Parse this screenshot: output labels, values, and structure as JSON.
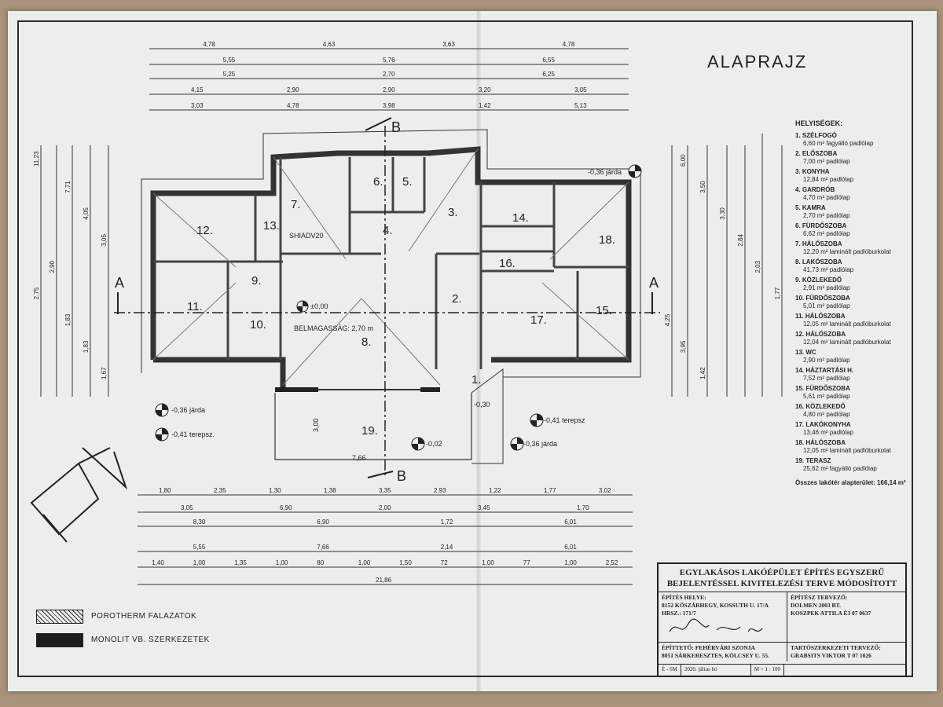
{
  "title": "ALAPRAJZ",
  "rooms_header": "HELYISÉGEK:",
  "rooms": [
    {
      "name": "1. SZÉLFOGÓ",
      "detail": "6,60 m² fagyálló padlólap"
    },
    {
      "name": "2. ELŐSZOBA",
      "detail": "7,00 m² padlólap"
    },
    {
      "name": "3. KONYHA",
      "detail": "12,84 m² padlólap"
    },
    {
      "name": "4. GARDRÓB",
      "detail": "4,70 m² padlólap"
    },
    {
      "name": "5. KAMRA",
      "detail": "2,70 m² padlólap"
    },
    {
      "name": "6. FÜRDŐSZOBA",
      "detail": "6,62 m² padlólap"
    },
    {
      "name": "7. HÁLÓSZOBA",
      "detail": "12,20 m² laminált padlóburkolat"
    },
    {
      "name": "8. LAKÓSZOBA",
      "detail": "41,73 m² padlólap"
    },
    {
      "name": "9. KÖZLEKEDŐ",
      "detail": "2,91 m² padlólap"
    },
    {
      "name": "10. FÜRDŐSZOBA",
      "detail": "5,01 m² padlólap"
    },
    {
      "name": "11. HÁLÓSZOBA",
      "detail": "12,05 m² laminált padlóburkolat"
    },
    {
      "name": "12. HÁLÓSZOBA",
      "detail": "12,04 m² laminált padlóburkolat"
    },
    {
      "name": "13. WC",
      "detail": "2,90 m² padlólap"
    },
    {
      "name": "14. HÁZTARTÁSI H.",
      "detail": "7,52 m² padlólap"
    },
    {
      "name": "15. FÜRDŐSZOBA",
      "detail": "5,61 m² padlólap"
    },
    {
      "name": "16. KÖZLEKEDŐ",
      "detail": "4,80 m² padlólap"
    },
    {
      "name": "17. LAKÓKONYHA",
      "detail": "13,46 m² padlólap"
    },
    {
      "name": "18. HÁLÓSZOBA",
      "detail": "12,05 m² laminált padlóburkolat"
    },
    {
      "name": "19. TERASZ",
      "detail": "25,62 m² fagyálló padlólap"
    }
  ],
  "total": "Összes lakótér alapterület: 166,14 m²",
  "titleblock": {
    "heading": "EGYLAKÁSOS LAKÓÉPÜLET ÉPÍTÉS EGYSZERŰ BEJELENTÉSSEL KIVITELEZÉSI TERVE MÓDOSÍTOTT",
    "site_label": "ÉPÍTÉS HELYE:",
    "site_value": "8152 KŐSZÁRHEGY, KOSSUTH U. 17/A",
    "hrsz": "HRSZ.: 171/7",
    "designer_label": "ÉPÍTÉSZ TERVEZŐ:",
    "designer_firm": "DOLMEN 2003 BT.",
    "designer_name": "KOSZPEK ATTILA É3 07 0637",
    "client_label": "ÉPÍTTETŐ: FEHÉRVÁRI SZONJA",
    "client_addr": "8051 SÁRKERESZTES, KÖLCSEY U. 55.",
    "struct_label": "TARTÓSZERKEZETI TERVEZŐ:",
    "struct_name": "GRABSITS VIKTOR T 07 1026",
    "code": "É - 6M",
    "date": "2020. július hó",
    "scale": "M = 1 : 100"
  },
  "legend": {
    "brick": "POROTHERM FALAZATOK",
    "concrete": "MONOLIT VB. SZERKEZETEK"
  },
  "plan_labels": {
    "belmagassag": "BELMAGASSÁG: 2,70 m",
    "zero": "±0,00",
    "jarda1": "-0,36 járda",
    "terepsz1": "-0,41 terepsz.",
    "terepsz2": "-0,41 terepsz",
    "jarda2": "-0,36 járda",
    "jarda3": "-0,36 járda",
    "lvl030": "-0,30",
    "lvl002": "-0,02",
    "terasz_w": "7,66",
    "terasz_h": "3,00",
    "shiadv": "SHIADV20",
    "sec_a": "A",
    "sec_b": "B"
  },
  "dims": {
    "top_r1": [
      "4,78",
      "4,63",
      "3,63",
      "4,78"
    ],
    "top_r2": [
      "5,55",
      "5,76",
      "6,55"
    ],
    "top_r3": [
      "5,25",
      "2,70",
      "6,25"
    ],
    "top_r4": [
      "4,15",
      "2,90",
      "2,90",
      "3,20",
      "3,05"
    ],
    "top_r5": [
      "3,03",
      "4,78",
      "3,98",
      "1,42",
      "5,13"
    ],
    "bot_r1": [
      "1,80",
      "2,35",
      "1,30",
      "1,38",
      "3,35",
      "2,93",
      "1,22",
      "1,77",
      "3,02"
    ],
    "bot_r2": [
      "3,05",
      "6,90",
      "2,00",
      "3,45",
      "1,70"
    ],
    "bot_r3": [
      "8,30",
      "6,90",
      "1,72",
      "6,01"
    ],
    "bot_r4": [
      "5,55",
      "7,66",
      "2,14",
      "6,01"
    ],
    "bot_r5": [
      "1,40",
      "1,00",
      "1,35",
      "1,00",
      "80",
      "1,00",
      "1,50",
      "72",
      "1,00",
      "77",
      "1,00",
      "2,52"
    ],
    "bot_total": "21,86",
    "left_v": [
      "11,23",
      "7,71",
      "4,05",
      "3,05",
      "2,90",
      "2,75",
      "1,83",
      "1,83",
      "1,67"
    ],
    "right_v": [
      "6,00",
      "3,50",
      "3,30",
      "2,84",
      "2,03",
      "1,77",
      "4,25",
      "3,95",
      "1,42"
    ]
  }
}
